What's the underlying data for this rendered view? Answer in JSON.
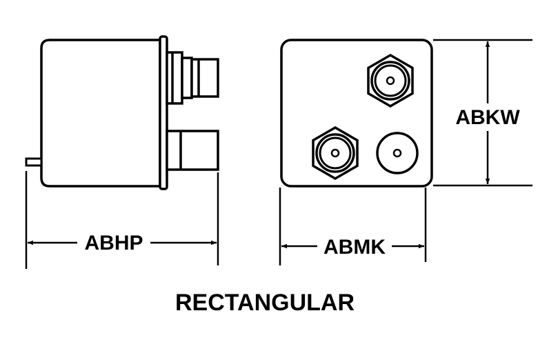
{
  "diagram": {
    "dimensions": {
      "side_width": "ABHP",
      "front_width": "ABMK",
      "front_height": "ABKW"
    },
    "caption": "RECTANGULAR"
  }
}
